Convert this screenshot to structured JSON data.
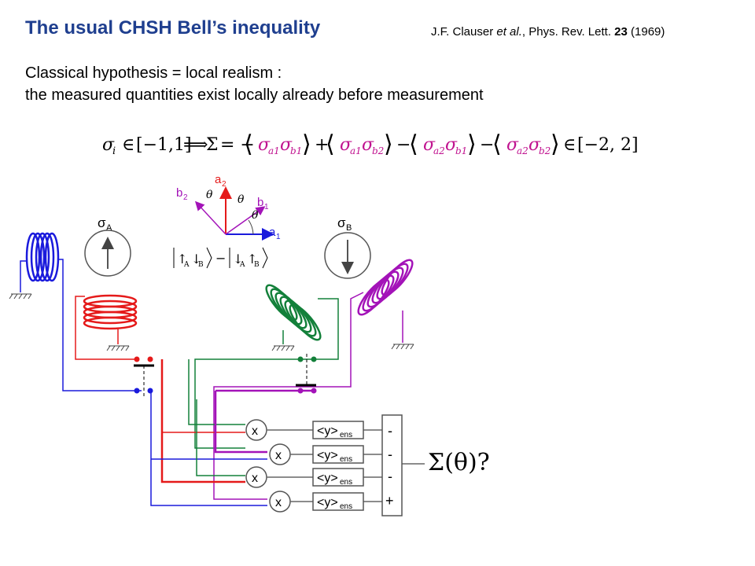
{
  "header": {
    "title": "The usual CHSH Bell’s inequality",
    "reference": {
      "authors": "J.F. Clauser ",
      "etal": "et al.",
      "journal": ", Phys. Rev. Lett. ",
      "volume": "23",
      "year": " (1969)"
    }
  },
  "hypothesis": {
    "line1": "Classical hypothesis = local realism :",
    "line2": "the measured quantities exist locally already before measurement"
  },
  "formula": {
    "sigma_i": "σ",
    "sub_i": "i",
    "in1": "∈",
    "range1": "[−1,1]",
    "implies": "⟹",
    "Sigma": "Σ",
    "eq": "= −",
    "terms": [
      {
        "sign": "",
        "a": "a1",
        "b": "b1"
      },
      {
        "sign": "+",
        "a": "a1",
        "b": "b2"
      },
      {
        "sign": "−",
        "a": "a2",
        "b": "b1"
      },
      {
        "sign": "−",
        "a": "a2",
        "b": "b2"
      }
    ],
    "in2": "∈",
    "range2": "[−2, 2]"
  },
  "angle_diagram": {
    "a2": "a",
    "a2_sub": "2",
    "b2": "b",
    "b2_sub": "2",
    "b1": "b",
    "b1_sub": "1",
    "a1": "a",
    "a1_sub": "1",
    "theta": "θ"
  },
  "state": {
    "up": "↑",
    "down": "↓",
    "subA": "A",
    "subB": "B",
    "minus": "−"
  },
  "sigmaA": {
    "sym": "σ",
    "sub": "A"
  },
  "sigmaB": {
    "sym": "σ",
    "sub": "B"
  },
  "multipliers": [
    "x",
    "x",
    "x",
    "x"
  ],
  "averagers": [
    {
      "label": "<y>",
      "sub": "ens"
    },
    {
      "label": "<y>",
      "sub": "ens"
    },
    {
      "label": "<y>",
      "sub": "ens"
    },
    {
      "label": "<y>",
      "sub": "ens"
    }
  ],
  "signs": [
    "-",
    "-",
    "-",
    "+"
  ],
  "result": {
    "text": "Σ(θ)?"
  },
  "colors": {
    "title": "#1f3f8f",
    "blue": "#1a1adc",
    "red": "#e51a1a",
    "green": "#13803a",
    "purple": "#a313b8",
    "magenta": "#c0128f",
    "gray": "#666666"
  }
}
